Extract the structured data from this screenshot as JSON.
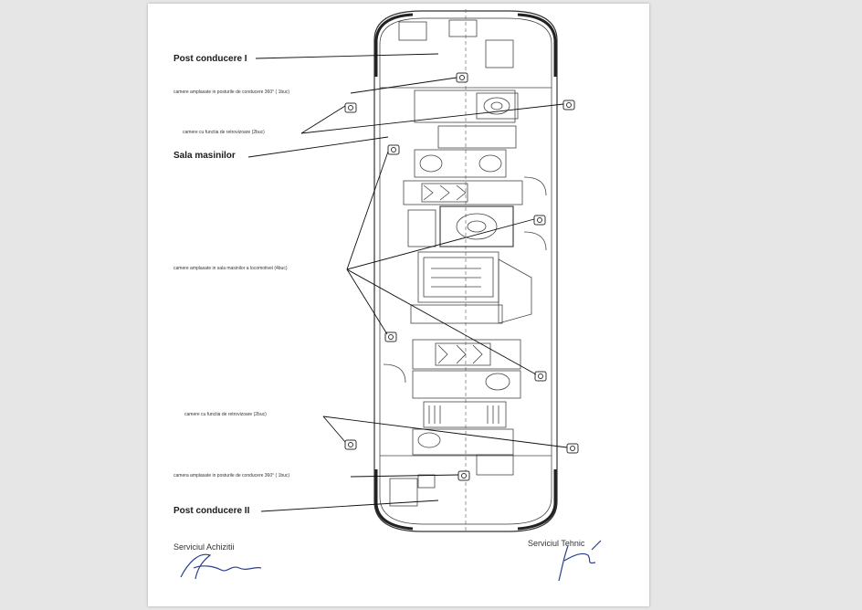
{
  "labels": {
    "post1": "Post conducere I",
    "cam360_1": "camere amplasate in posturile de conducere 360° ( 1buc)",
    "retro_1": "camere cu functia de retrovizoare (2buc)",
    "sala": "Sala masinilor",
    "sala_cams": "camere amplasate in sala masinilor a locomotivei (4buc)",
    "retro_2": "camere cu functia de retrovizoare (2buc)",
    "cam360_2": "camera amplasate in posturile de conducere 360° ( 1buc)",
    "post2": "Post conducere II"
  },
  "signatures": {
    "left": "Serviciul Achizitii",
    "right": "Serviciul Tehnic"
  },
  "colors": {
    "viewer_bg": "#e6e6e6",
    "page_bg": "#ffffff",
    "ink": "#1a1a1a",
    "signature_ink": "#2b3f8c"
  }
}
